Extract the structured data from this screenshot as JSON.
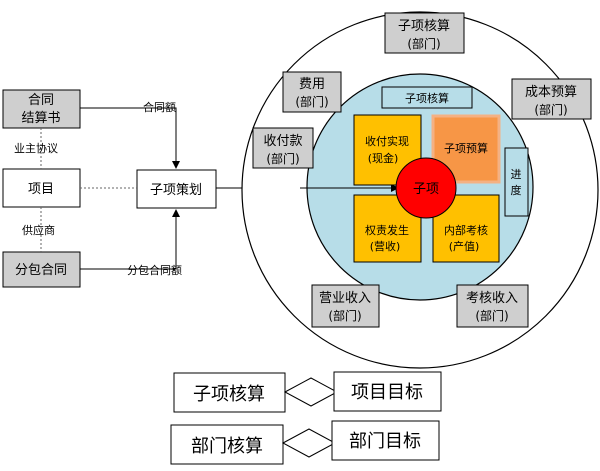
{
  "colors": {
    "gray_box": "#cfcfcf",
    "white_box": "#ffffff",
    "inner_circle": "#b7dde8",
    "quadrant": "#ffc000",
    "quadrant_highlight": "#f79646",
    "center": "#ff0000",
    "line": "#000000"
  },
  "left": {
    "contract_settlement_line1": "合同",
    "contract_settlement_line2": "结算书",
    "project": "项目",
    "subcontract": "分包合同",
    "subitem_planning": "子项策划",
    "label_owner_agreement": "业主协议",
    "label_supplier": "供应商",
    "label_contract_amount": "合同额",
    "label_subcontract_amount": "分包合同额"
  },
  "outer_ring": {
    "top_line1": "子项核算",
    "top_line2": "(部门)",
    "fee_line1": "费用",
    "fee_line2": "(部门)",
    "cost_budget_line1": "成本预算",
    "cost_budget_line2": "(部门)",
    "payment_line1": "收付款",
    "payment_line2": "(部门)",
    "revenue_line1": "营业收入",
    "revenue_line2": "(部门)",
    "assess_revenue_line1": "考核收入",
    "assess_revenue_line2": "(部门)"
  },
  "inner": {
    "subitem_accounting": "子项核算",
    "progress_line1": "进",
    "progress_line2": "度",
    "q_payment_line1": "收付实现",
    "q_payment_line2": "(现金)",
    "q_budget": "子项预算",
    "q_accrual_line1": "权责发生",
    "q_accrual_line2": "(营收)",
    "q_internal_line1": "内部考核",
    "q_internal_line2": "(产值)",
    "center": "子项"
  },
  "legend": {
    "item1_left": "子项核算",
    "item1_right": "项目目标",
    "item2_left": "部门核算",
    "item2_right": "部门目标"
  }
}
